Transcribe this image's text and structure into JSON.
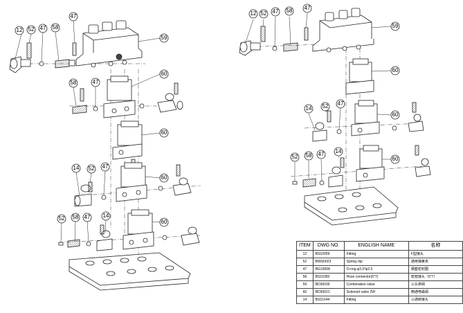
{
  "callouts": {
    "left": [
      "12",
      "52",
      "47",
      "58",
      "47",
      "59",
      "60",
      "58",
      "47",
      "60",
      "14",
      "52",
      "47",
      "60",
      "52",
      "58",
      "47",
      "14",
      "60"
    ],
    "right": [
      "12",
      "52",
      "47",
      "58",
      "47",
      "59",
      "60",
      "14",
      "52",
      "47",
      "60",
      "52",
      "58",
      "47",
      "14",
      "60"
    ]
  },
  "table": {
    "headers": [
      "ITEM",
      "DWG NO.",
      "ENGLISH NAME",
      "名称"
    ],
    "rows": [
      [
        "12",
        "BS10059",
        "Fitting",
        "F型接头"
      ],
      [
        "52",
        "BWS0023",
        "Spring clip",
        "通用弹簧夹"
      ],
      [
        "47",
        "BG10008",
        "O-ring φ3.3*φ2.0",
        "钢套密封圈"
      ],
      [
        "58",
        "BS10350",
        "Hose connector(5*7)",
        "软管接头（5*7）"
      ],
      [
        "59",
        "BD30035",
        "Combination valve",
        "三头排阀"
      ],
      [
        "60",
        "BD30021",
        "Solenoid valve 2W",
        "两通电磁阀"
      ],
      [
        "14",
        "BS10144",
        "Fitting",
        "三通转接头"
      ]
    ]
  }
}
